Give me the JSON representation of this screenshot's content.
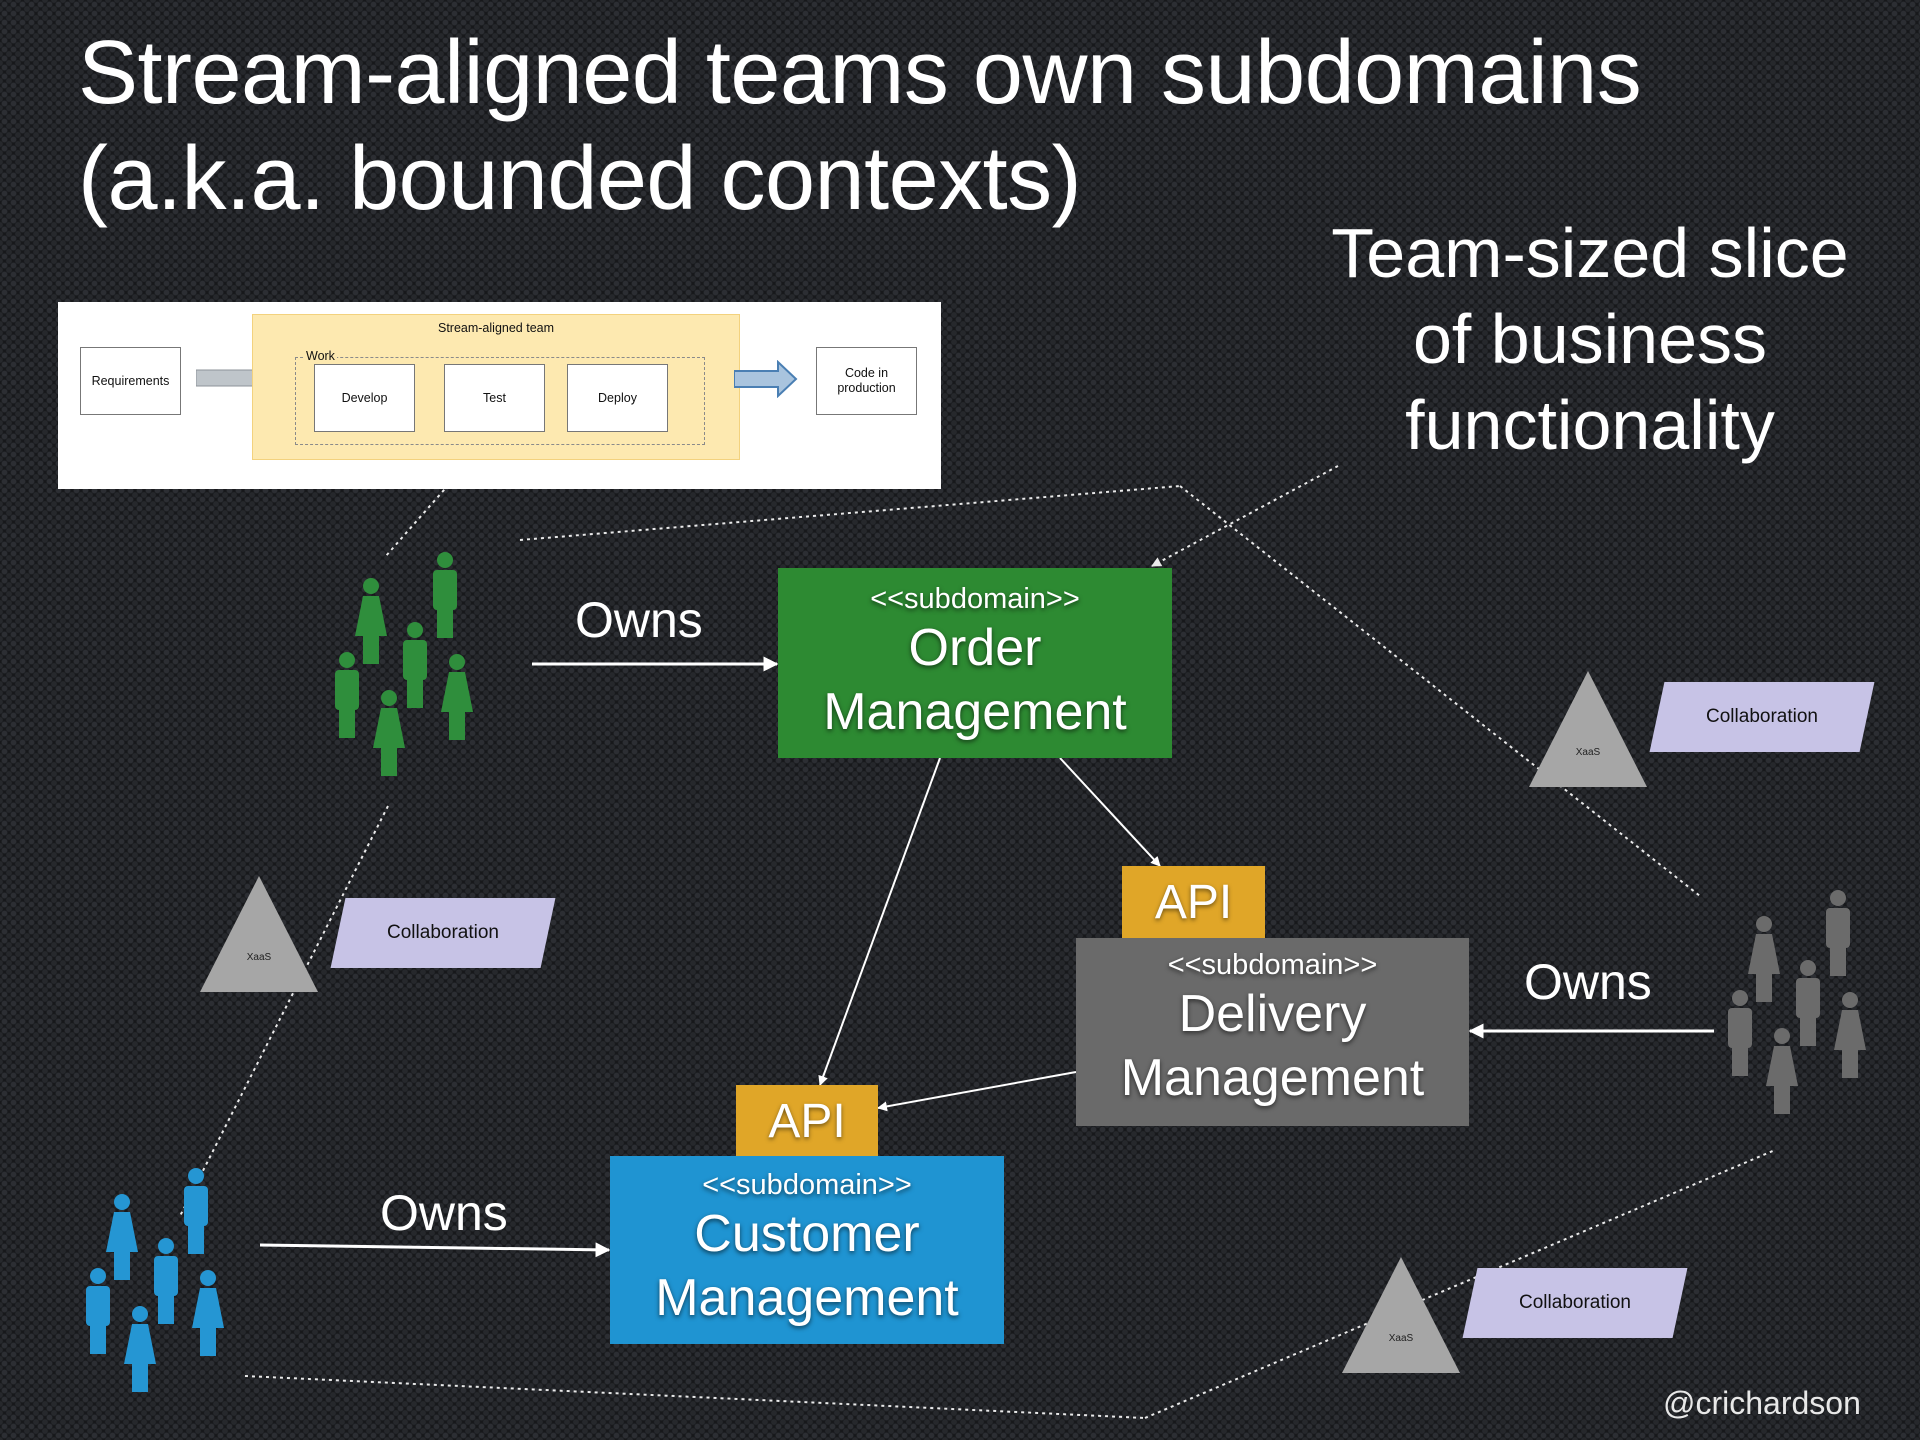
{
  "title": {
    "line1": "Stream-aligned teams own subdomains",
    "line2": "(a.k.a. bounded contexts)"
  },
  "slice_caption": {
    "line1": "Team-sized slice",
    "line2": "of business",
    "line3": "functionality"
  },
  "inset": {
    "requirements": "Requirements",
    "team_label": "Stream-aligned team",
    "work_label": "Work",
    "develop": "Develop",
    "test": "Test",
    "deploy": "Deploy",
    "code_line1": "Code in",
    "code_line2": "production"
  },
  "subdomains": {
    "order": {
      "stereotype": "<<subdomain>>",
      "line1": "Order",
      "line2": "Management",
      "color": "#2d8a32"
    },
    "delivery": {
      "stereotype": "<<subdomain>>",
      "line1": "Delivery",
      "line2": "Management",
      "color": "#6a6a6a"
    },
    "customer": {
      "stereotype": "<<subdomain>>",
      "line1": "Customer",
      "line2": "Management",
      "color": "#1f94d2"
    }
  },
  "api": {
    "delivery": "API",
    "customer": "API",
    "color": "#e0a628"
  },
  "owns": {
    "green": "Owns",
    "gray": "Owns",
    "blue": "Owns"
  },
  "collaboration": {
    "one": "Collaboration",
    "two": "Collaboration",
    "three": "Collaboration",
    "color": "#c7c3e6"
  },
  "xaas": {
    "one": "XaaS",
    "two": "XaaS",
    "three": "XaaS",
    "color": "#a6a6a6"
  },
  "teams": {
    "green_team_color": "#2f8e3c",
    "gray_team_color": "#6b6b6b",
    "blue_team_color": "#2596d3"
  },
  "icons": {
    "team_icon": "people-group-icon",
    "arrow_icon": "arrow-icon"
  },
  "handle": "@crichardson"
}
